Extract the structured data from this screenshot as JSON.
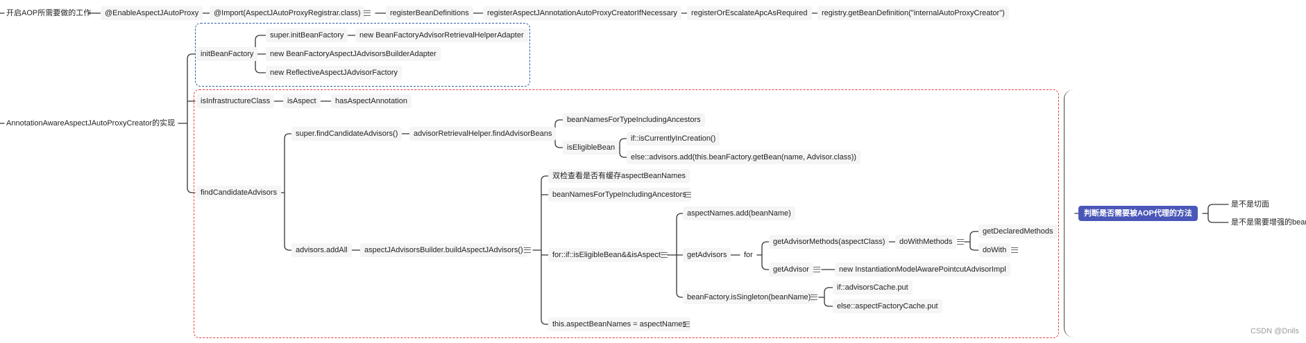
{
  "diagram": {
    "top_row": {
      "n0": "开启AOP所需要做的工作",
      "n1": "@EnableAspectJAutoProxy",
      "n2": "@Import(AspectJAutoProxyRegistrar.class)",
      "n3": "registerBeanDefinitions",
      "n4": "registerAspectJAnnotationAutoProxyCreatorIfNecessary",
      "n5": "registerOrEscalateApcAsRequired",
      "n6": "registry.getBeanDefinition(\"internalAutoProxyCreator\")"
    },
    "impl_root": "AnnotationAwareAspectJAutoProxyCreator的实现",
    "init_bean_factory": {
      "label": "initBeanFactory",
      "super_init": "super.initBeanFactory",
      "retrieval_helper": "new BeanFactoryAdvisorRetrievalHelperAdapter",
      "builder_adapter": "new BeanFactoryAspectJAdvisorsBuilderAdapter",
      "reflective_factory": "new ReflectiveAspectJAdvisorFactory"
    },
    "is_infrastructure": {
      "label": "isInfrastructureClass",
      "is_aspect": "isAspect",
      "has_annotation": "hasAspectAnnotation"
    },
    "find_candidate": {
      "label": "findCandidateAdvisors",
      "super_find": "super.findCandidateAdvisors()",
      "find_advisor_beans": "advisorRetrievalHelper.findAdvisorBeans",
      "bean_names": "beanNamesForTypeIncludingAncestors",
      "is_eligible": "isEligibleBean",
      "if_creation": "if::isCurrentlyInCreation()",
      "else_add": "else::advisors.add(this.beanFactory.getBean(name, Advisor.class))",
      "advisors_add_all": "advisors.addAll",
      "build_advisors": "aspectJAdvisorsBuilder.buildAspectJAdvisors()",
      "double_check": "双检查看是否有缓存aspectBeanNames",
      "bean_names_2": "beanNamesForTypeIncludingAncestors",
      "for_if": "for::if::isEligibleBean&&isAspect",
      "aspect_names_add": "aspectNames.add(beanName)",
      "get_advisors": "getAdvisors",
      "for_label": "for",
      "get_advisor_methods": "getAdvisorMethods(aspectClass)",
      "do_with_methods": "doWithMethods",
      "get_declared": "getDeclaredMethods",
      "do_with": "doWith",
      "get_advisor": "getAdvisor",
      "new_instantiation": "new InstantiationModelAwarePointcutAdvisorImpl",
      "is_singleton": "beanFactory.isSingleton(beanName)",
      "if_cache_put": "if::advisorsCache.put",
      "else_factory_put": "else::aspectFactoryCache.put",
      "this_aspect_names": "this.aspectBeanNames = aspectNames"
    },
    "summary": {
      "title": "判断是否需要被AOP代理的方法",
      "is_pointcut": "是不是切面",
      "need_enhance": "是不是需要增强的bean"
    },
    "watermark": "CSDN @Dnils"
  }
}
